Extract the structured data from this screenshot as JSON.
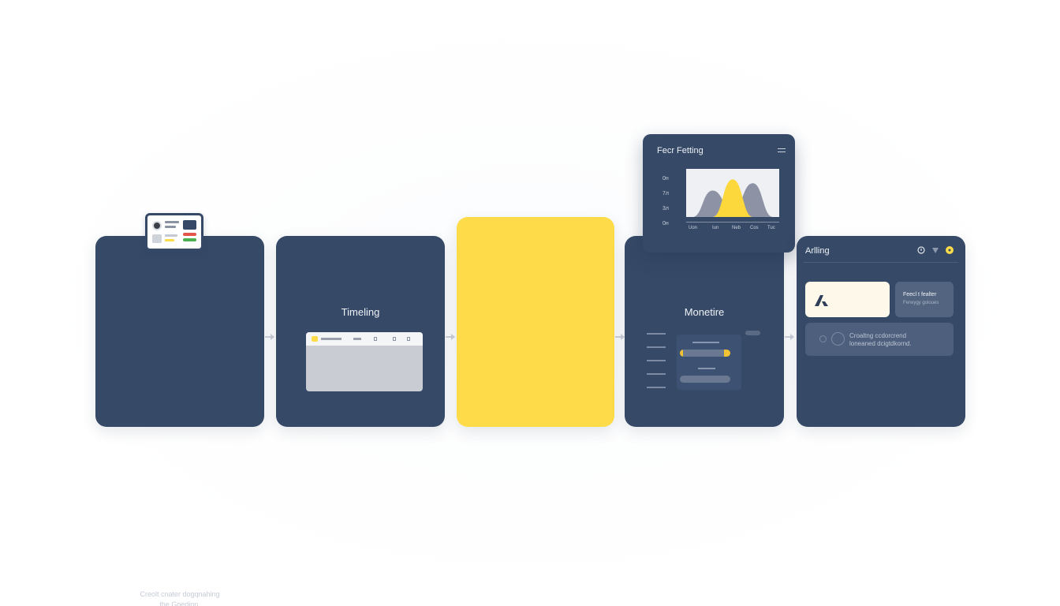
{
  "cards": {
    "first": {
      "text_line1": "Creolt cnater dogqnahing",
      "text_line2": "the Goedion."
    },
    "second": {
      "title": "Timeling"
    },
    "fourth": {
      "title": "Monetire"
    },
    "fifth": {
      "title": "Arlling",
      "box_title": "Feecl t fealter",
      "box_sub": "Ferwygy goloues",
      "row_line1": "Croaltng ccdorcrend",
      "row_line2": "loneaned dcigtdkornd."
    }
  },
  "popup": {
    "title": "Fecr Fetting",
    "y_ticks": [
      "0н",
      "7л",
      "3л",
      "0н"
    ],
    "x_ticks": [
      "Uon",
      "Iun",
      "Neb",
      "Cos",
      "Tuc"
    ]
  },
  "chart_data": {
    "type": "area",
    "title": "Fecr Fetting",
    "y_ticks": [
      "0н",
      "7л",
      "3л",
      "0н"
    ],
    "x_ticks": [
      "Uon",
      "Iun",
      "Neb",
      "Cos",
      "Tuc"
    ],
    "series": [
      {
        "color": "#8d93a4",
        "values": [
          0.0,
          0.55,
          0.15,
          0.7,
          0.0
        ]
      },
      {
        "color": "#f5a623",
        "values": [
          0.0,
          0.0,
          0.55,
          0.0,
          0.0
        ]
      },
      {
        "color": "#fdd83c",
        "values": [
          0.0,
          0.0,
          0.78,
          0.0,
          0.0
        ]
      }
    ]
  },
  "colors": {
    "navy": "#364a68",
    "yellow": "#fedb48",
    "orange": "#f5a623",
    "grey_area": "#8d93a4"
  }
}
